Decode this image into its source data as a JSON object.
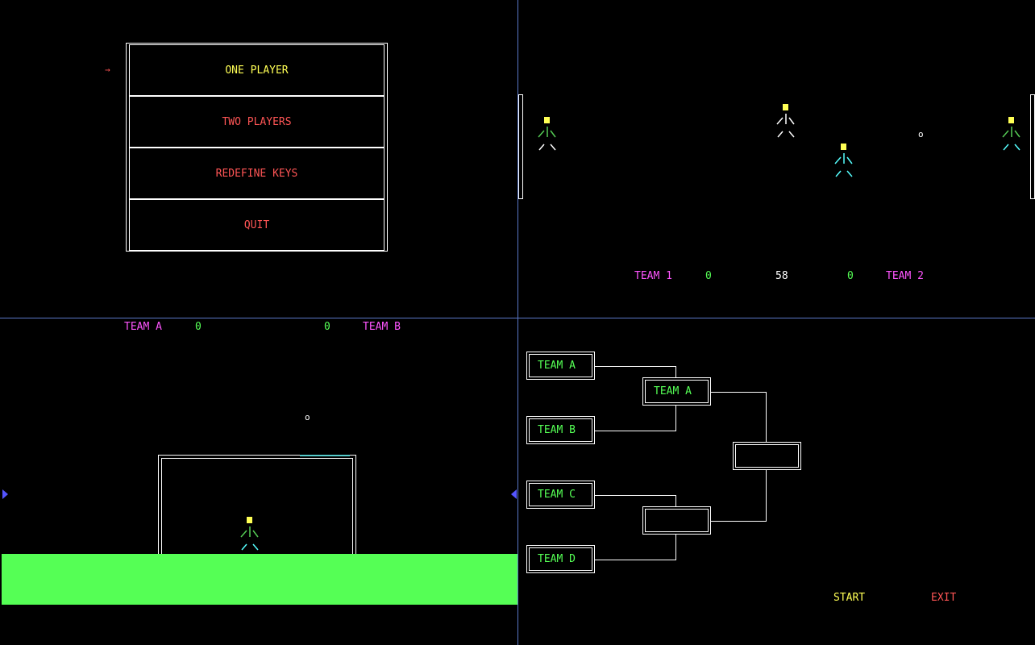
{
  "menu": {
    "cursor": "→",
    "items": [
      {
        "label": "ONE PLAYER",
        "color": "#ffff55"
      },
      {
        "label": "TWO PLAYERS",
        "color": "#ff5555"
      },
      {
        "label": "REDEFINE KEYS",
        "color": "#ff5555"
      },
      {
        "label": "QUIT",
        "color": "#ff5555"
      }
    ]
  },
  "match1": {
    "team_left": "TEAM 1",
    "score_left": "0",
    "timer": "58",
    "score_right": "0",
    "team_right": "TEAM 2",
    "ball": "o"
  },
  "match2": {
    "team_left": "TEAM A",
    "score_left": "0",
    "score_right": "0",
    "team_right": "TEAM B",
    "ball": "o",
    "ground_color": "#55ff55"
  },
  "bracket": {
    "round1": [
      "TEAM A",
      "TEAM B",
      "TEAM C",
      "TEAM D"
    ],
    "semis": [
      "TEAM A",
      ""
    ],
    "final": "",
    "start_label": "START",
    "exit_label": "EXIT"
  }
}
